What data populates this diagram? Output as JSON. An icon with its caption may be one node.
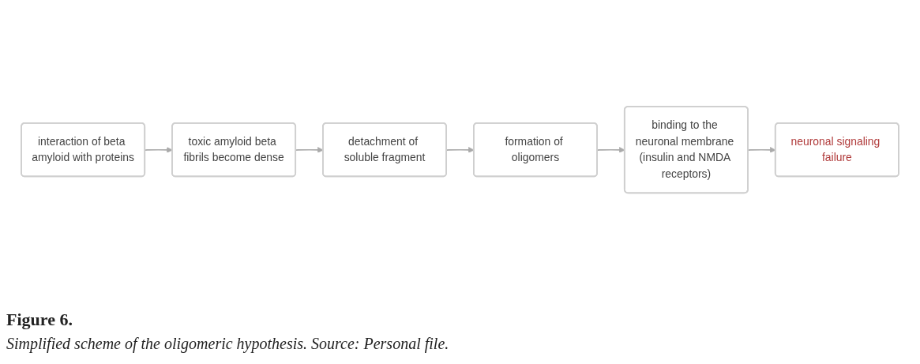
{
  "diagram": {
    "title": "Figure 6.",
    "caption": "Simplified scheme of the oligomeric hypothesis. Source: Personal file.",
    "nodes": [
      {
        "text": [
          "interaction of beta amyloid with proteins"
        ]
      },
      {
        "text": [
          "toxic amyloid beta fibrils become dense"
        ]
      },
      {
        "text": [
          "detachment of soluble fragment"
        ]
      },
      {
        "text": [
          "formation of oligomers"
        ]
      },
      {
        "text": [
          "binding to the neuronal membrane (insulin and NMDA receptors)"
        ]
      },
      {
        "text": [
          "neuronal signaling failure"
        ]
      }
    ],
    "edges": [
      {
        "from": 0,
        "to": 1,
        "arrow": "to"
      },
      {
        "from": 1,
        "to": 2,
        "arrow": "to"
      },
      {
        "from": 2,
        "to": 3,
        "arrow": "to"
      },
      {
        "from": 3,
        "to": 4,
        "arrow": "to"
      },
      {
        "from": 4,
        "to": 5,
        "arrow": "to"
      }
    ]
  }
}
